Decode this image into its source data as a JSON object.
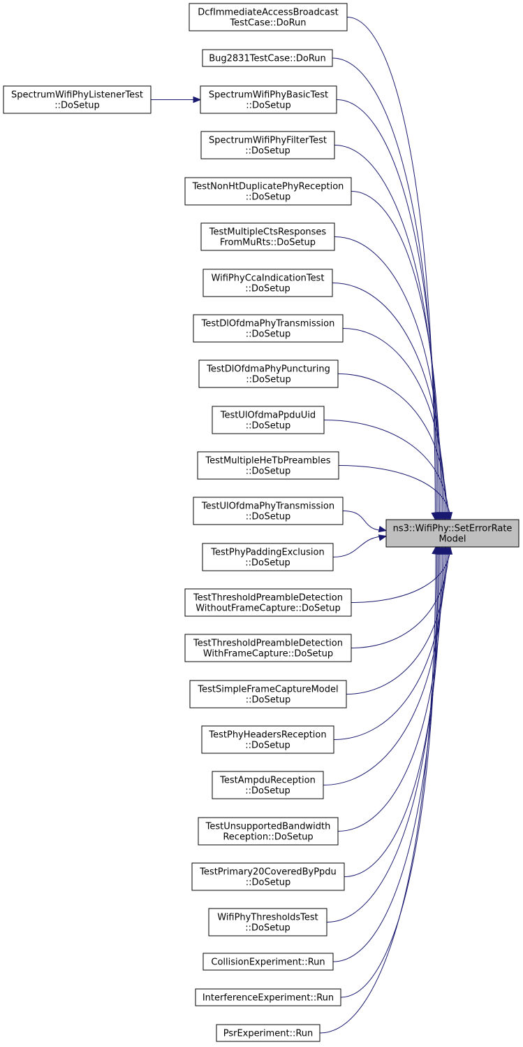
{
  "graph": {
    "target": {
      "lines": [
        "ns3::WifiPhy::SetErrorRate",
        "Model"
      ]
    },
    "callers": [
      {
        "id": "n1",
        "lines": [
          "DcfImmediateAccessBroadcast",
          "TestCase::DoRun"
        ]
      },
      {
        "id": "n2",
        "lines": [
          "Bug2831TestCase::DoRun"
        ]
      },
      {
        "id": "n3",
        "lines": [
          "SpectrumWifiPhyBasicTest",
          "::DoSetup"
        ]
      },
      {
        "id": "n4",
        "lines": [
          "SpectrumWifiPhyFilterTest",
          "::DoSetup"
        ]
      },
      {
        "id": "n5",
        "lines": [
          "TestNonHtDuplicatePhyReception",
          "::DoSetup"
        ]
      },
      {
        "id": "n6",
        "lines": [
          "TestMultipleCtsResponses",
          "FromMuRts::DoSetup"
        ]
      },
      {
        "id": "n7",
        "lines": [
          "WifiPhyCcaIndicationTest",
          "::DoSetup"
        ]
      },
      {
        "id": "n8",
        "lines": [
          "TestDlOfdmaPhyTransmission",
          "::DoSetup"
        ]
      },
      {
        "id": "n9",
        "lines": [
          "TestDlOfdmaPhyPuncturing",
          "::DoSetup"
        ]
      },
      {
        "id": "n10",
        "lines": [
          "TestUlOfdmaPpduUid",
          "::DoSetup"
        ]
      },
      {
        "id": "n11",
        "lines": [
          "TestMultipleHeTbPreambles",
          "::DoSetup"
        ]
      },
      {
        "id": "n12",
        "lines": [
          "TestUlOfdmaPhyTransmission",
          "::DoSetup"
        ]
      },
      {
        "id": "n13",
        "lines": [
          "TestPhyPaddingExclusion",
          "::DoSetup"
        ]
      },
      {
        "id": "n14",
        "lines": [
          "TestThresholdPreambleDetection",
          "WithoutFrameCapture::DoSetup"
        ]
      },
      {
        "id": "n15",
        "lines": [
          "TestThresholdPreambleDetection",
          "WithFrameCapture::DoSetup"
        ]
      },
      {
        "id": "n16",
        "lines": [
          "TestSimpleFrameCaptureModel",
          "::DoSetup"
        ]
      },
      {
        "id": "n17",
        "lines": [
          "TestPhyHeadersReception",
          "::DoSetup"
        ]
      },
      {
        "id": "n18",
        "lines": [
          "TestAmpduReception",
          "::DoSetup"
        ]
      },
      {
        "id": "n19",
        "lines": [
          "TestUnsupportedBandwidth",
          "Reception::DoSetup"
        ]
      },
      {
        "id": "n20",
        "lines": [
          "TestPrimary20CoveredByPpdu",
          "::DoSetup"
        ]
      },
      {
        "id": "n21",
        "lines": [
          "WifiPhyThresholdsTest",
          "::DoSetup"
        ]
      },
      {
        "id": "n22",
        "lines": [
          "CollisionExperiment::Run"
        ]
      },
      {
        "id": "n23",
        "lines": [
          "InterferenceExperiment::Run"
        ]
      },
      {
        "id": "n24",
        "lines": [
          "PsrExperiment::Run"
        ]
      }
    ],
    "secondary": [
      {
        "id": "s1",
        "lines": [
          "SpectrumWifiPhyListenerTest",
          "::DoSetup"
        ],
        "calls": "n3"
      }
    ],
    "colors": {
      "edge": "#191970",
      "target_fill": "#bfbfbf",
      "node_fill": "#ffffff",
      "border": "#000000"
    }
  }
}
